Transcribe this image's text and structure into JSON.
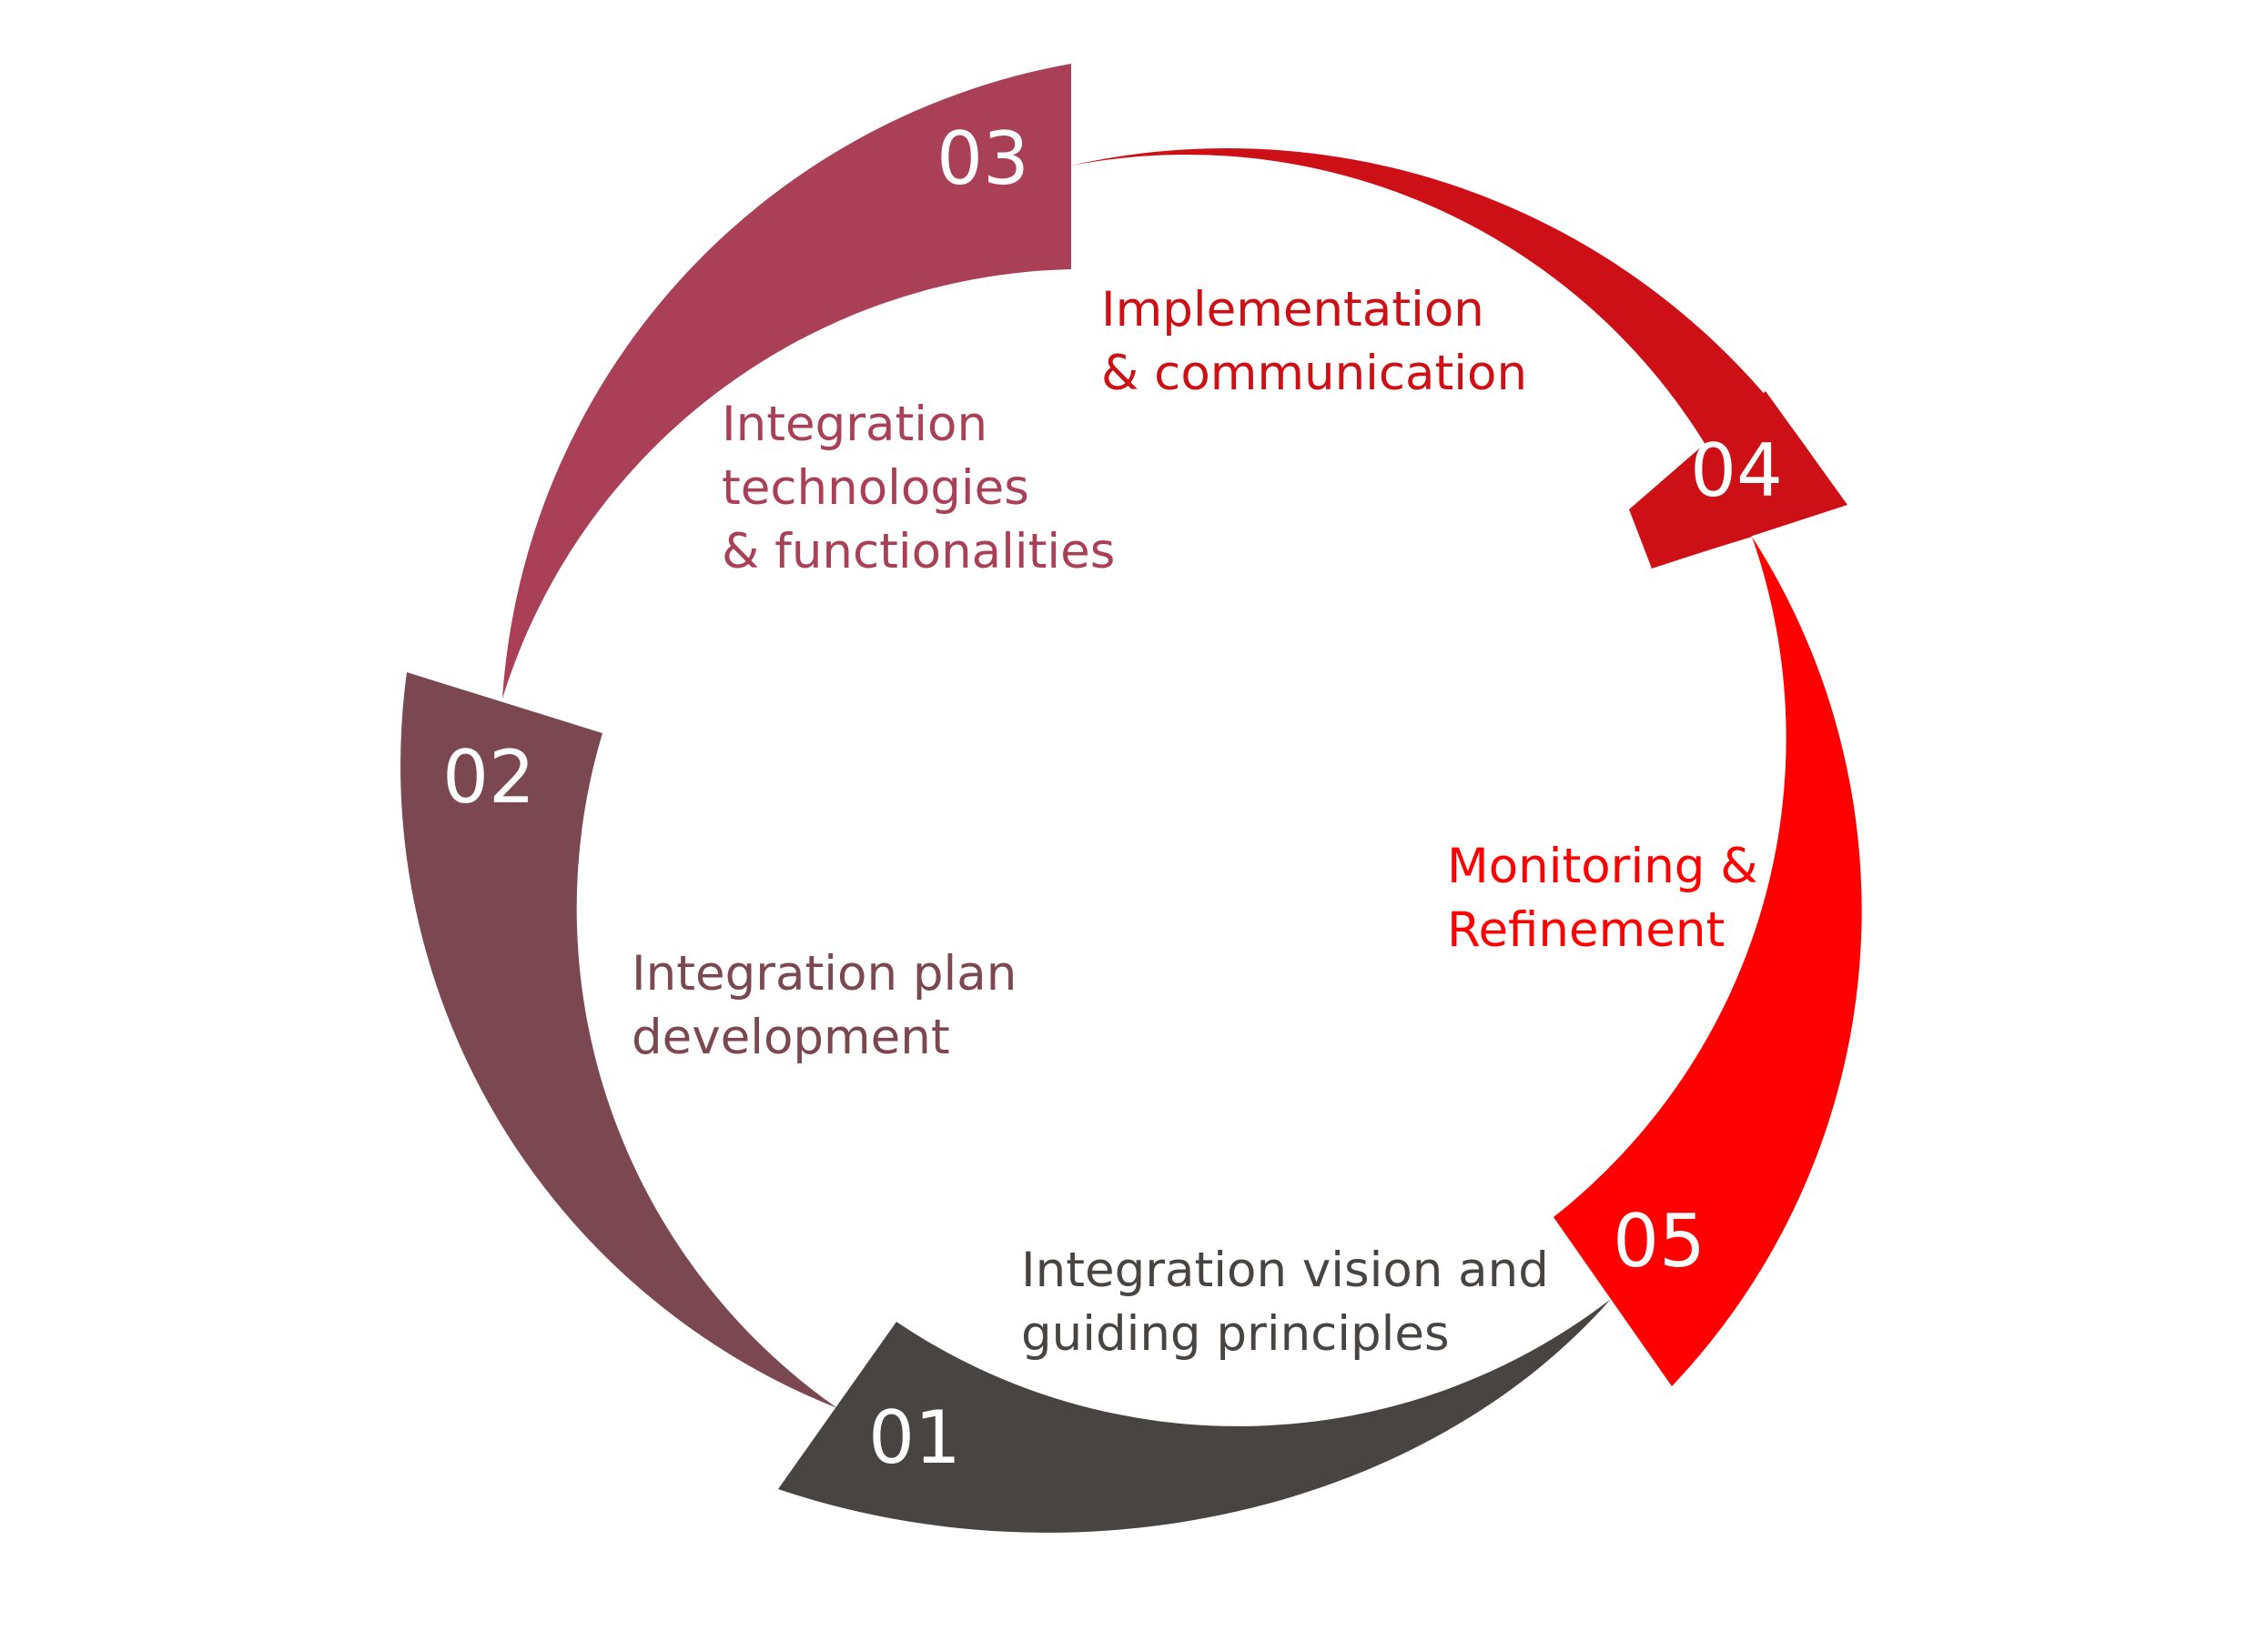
{
  "colors": {
    "step1": "#484442",
    "step2": "#7b4750",
    "step3": "#aa4057",
    "step4": "#cd1016",
    "step5": "#ff0000"
  },
  "steps": [
    {
      "number": "01",
      "label": [
        "Integration vision and",
        "guiding principles"
      ]
    },
    {
      "number": "02",
      "label": [
        "Integration plan",
        "development"
      ]
    },
    {
      "number": "03",
      "label": [
        "Integration",
        "technologies",
        "& functionalities"
      ]
    },
    {
      "number": "04",
      "label": [
        "Implementation",
        "& communication"
      ]
    },
    {
      "number": "05",
      "label": [
        "Monitoring &",
        "Refinement"
      ]
    }
  ]
}
